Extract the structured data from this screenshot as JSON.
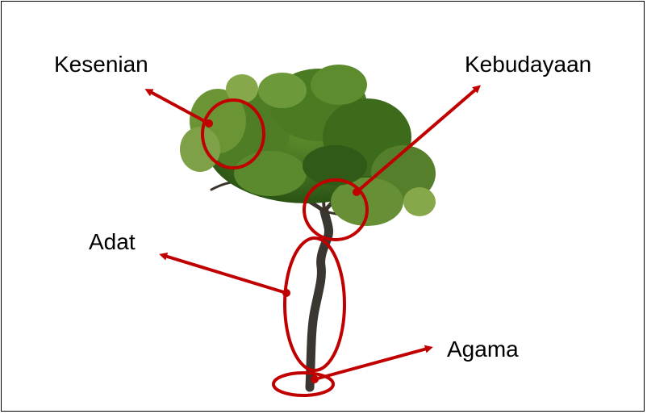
{
  "labels": {
    "kesenian": "Kesenian",
    "kebudayaan": "Kebudayaan",
    "adat": "Adat",
    "agama": "Agama"
  },
  "colors": {
    "annotation": "#c00000",
    "foliage_dark": "#2f5a18",
    "foliage_mid": "#4f7d26",
    "foliage_light": "#86a84a",
    "trunk": "#3a3632"
  },
  "icons": {
    "tree": "tree-illustration"
  }
}
